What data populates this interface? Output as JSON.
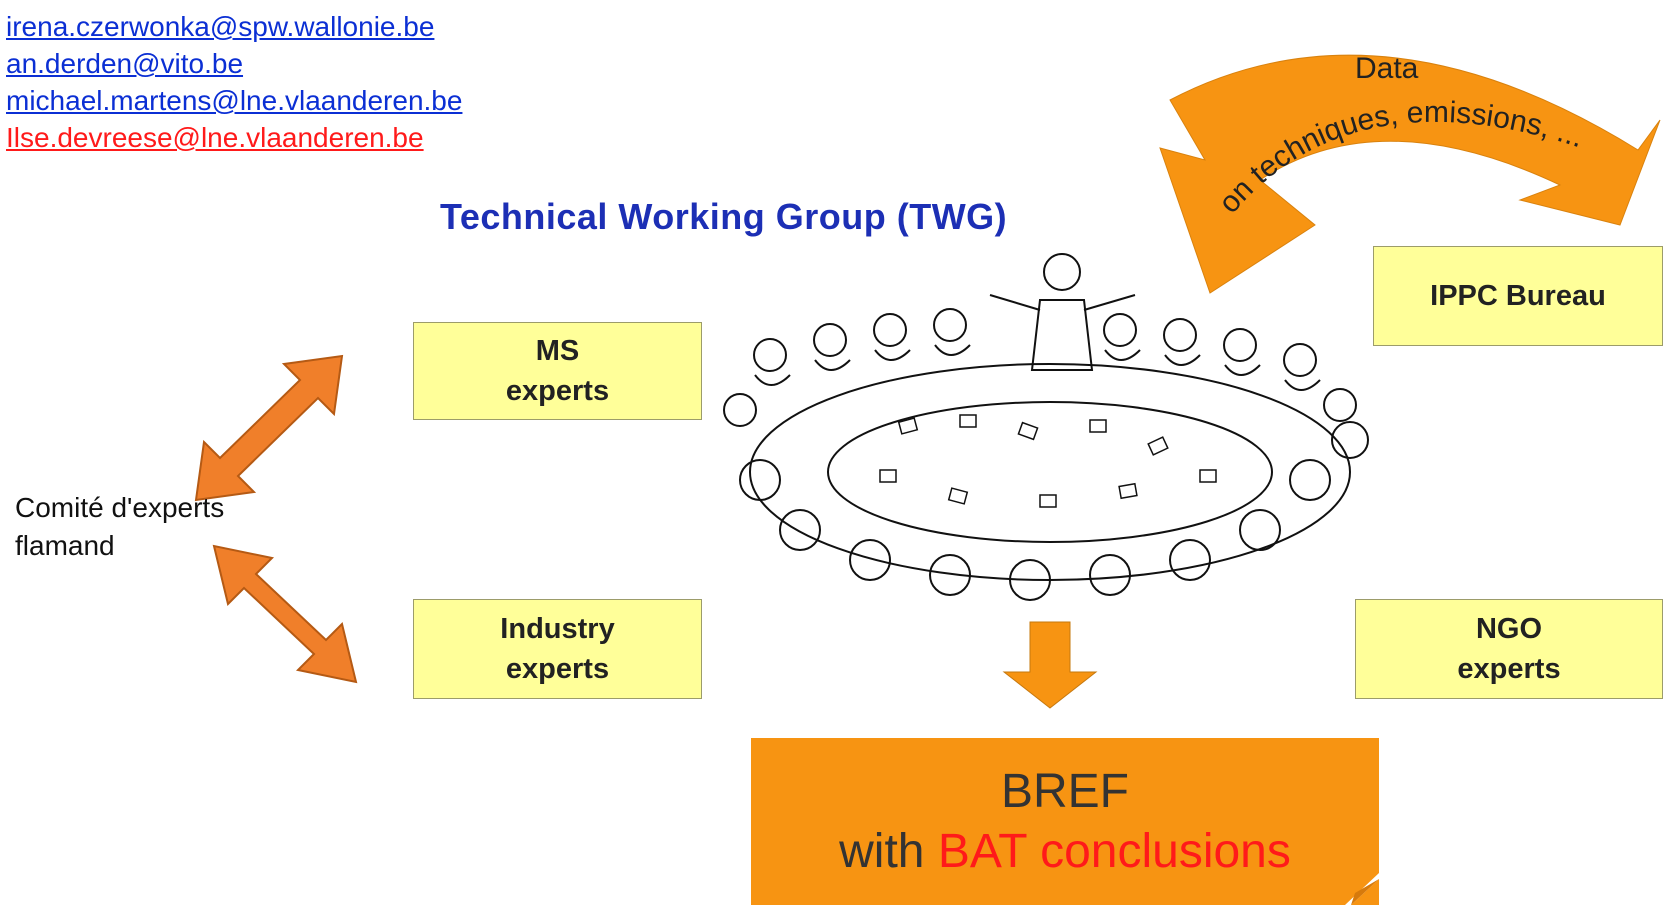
{
  "emails": [
    {
      "text": "irena.czerwonka@spw.wallonie.be",
      "color": "#0b2fd4"
    },
    {
      "text": "an.derden@vito.be",
      "color": "#0b2fd4"
    },
    {
      "text": "michael.martens@lne.vlaanderen.be",
      "color": "#0b2fd4"
    },
    {
      "text": "Ilse.devreese@lne.vlaanderen.be",
      "color": "#ff1a1a"
    }
  ],
  "title": "Technical Working Group (TWG)",
  "boxes": {
    "ms": {
      "line1": "MS",
      "line2": "experts"
    },
    "industry": {
      "line1": "Industry",
      "line2": "experts"
    },
    "ipcc": {
      "line1": "IPPC Bureau"
    },
    "ngo": {
      "line1": "NGO",
      "line2": "experts"
    }
  },
  "committee": {
    "line1": "Comité d'experts",
    "line2": "flamand"
  },
  "data_arrow": {
    "line1": "Data",
    "line2": "on techniques, emissions, ..."
  },
  "bref": {
    "line1": "BREF",
    "line2_prefix": "with ",
    "line2_highlight": "BAT conclusions"
  },
  "colors": {
    "box_fill": "#ffff99",
    "arrow_orange": "#f79412",
    "link_blue": "#0b2fd4",
    "link_red": "#ff1a1a",
    "title_blue": "#1c2fb5"
  },
  "icons": {
    "meeting": "round-table-meeting-illustration"
  }
}
